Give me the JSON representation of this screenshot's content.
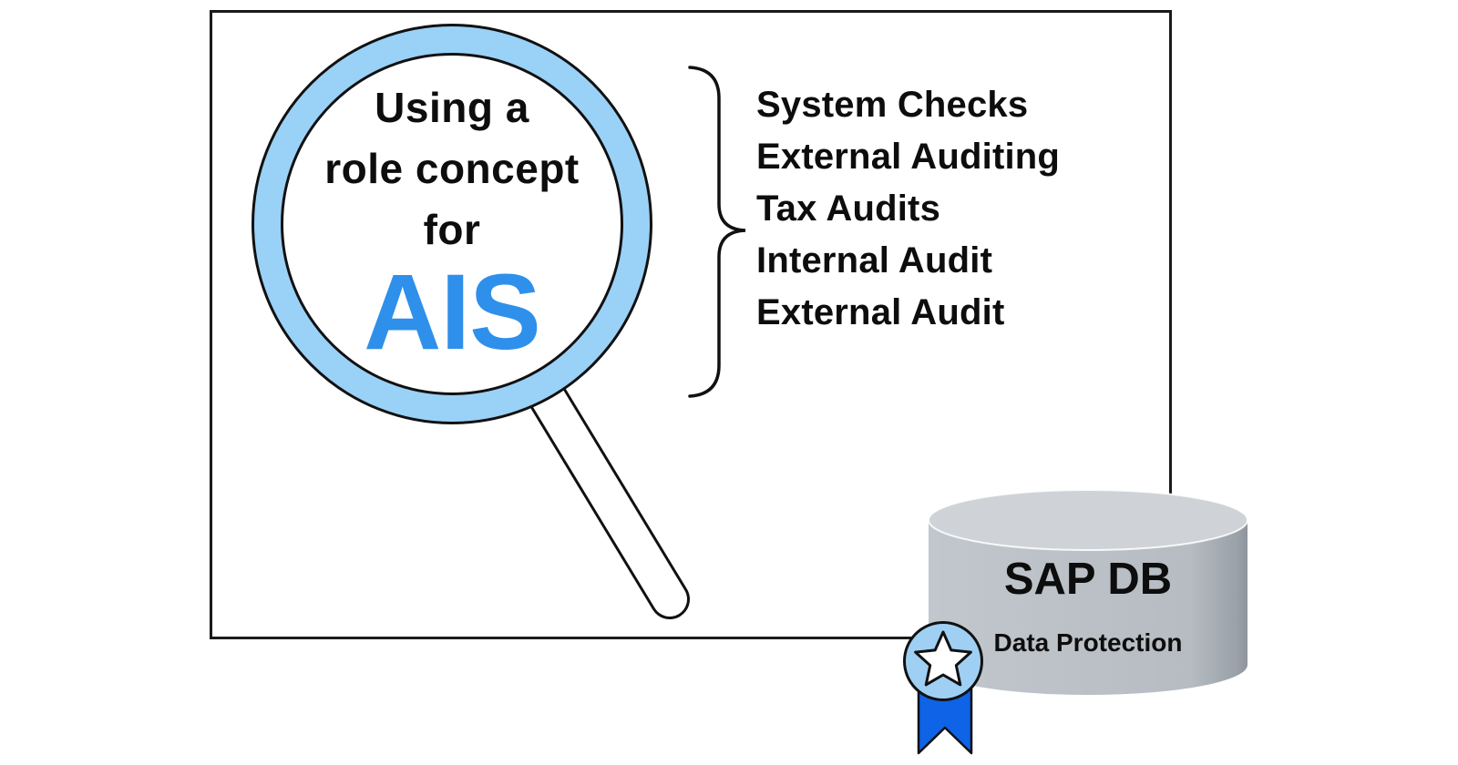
{
  "magnifier": {
    "title_lines": [
      "Using a",
      "role concept",
      "for"
    ],
    "highlight": "AIS"
  },
  "audit_list": {
    "items": [
      "System Checks",
      "External Auditing",
      "Tax Audits",
      "Internal Audit",
      "External Audit"
    ]
  },
  "database": {
    "name": "SAP DB",
    "subtitle": "Data Protection"
  },
  "colors": {
    "ring_blue": "#9AD1F7",
    "ais_blue": "#2E90EA",
    "badge_blue": "#9FD0F3",
    "ribbon_blue": "#0E63E6",
    "cylinder_body": "#C2C7CD",
    "cylinder_top": "#CFD3D8",
    "outline": "#111111"
  }
}
